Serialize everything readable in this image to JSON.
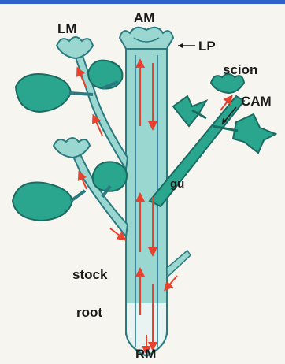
{
  "labels": {
    "apical_meristem": "AM",
    "lateral_meristem": "LM",
    "leaf_primordia": "LP",
    "scion": "scion",
    "cambium": "CAM",
    "graft_union": "gu",
    "stock": "stock",
    "root": "root",
    "root_meristem": "RM"
  },
  "colors": {
    "tissue": "#2aa58e",
    "tissue_light": "#9ad7d0",
    "vascular": "#1f6f8c",
    "flow_arrow": "#e8412c",
    "banner": "#2f5fc8"
  },
  "icons": {
    "flow": "red-arrow-icon"
  }
}
